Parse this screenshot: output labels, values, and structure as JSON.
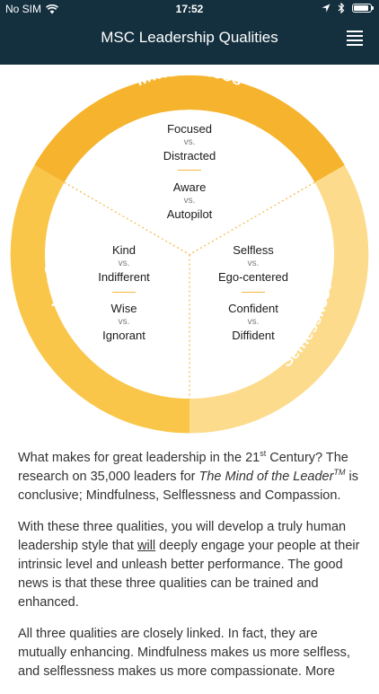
{
  "status_bar": {
    "carrier": "No SIM",
    "time": "17:52"
  },
  "nav": {
    "title": "MSC Leadership Qualities"
  },
  "colors": {
    "navy": "#14303f",
    "mindfulness": "#f6b32d",
    "compassion": "#f9c74a",
    "selflessness": "#fcdb8a"
  },
  "ring": {
    "mindfulness": "Mindfulness",
    "compassion": "Compassion",
    "selflessness": "Selflessness"
  },
  "vs": "vs.",
  "pairs": {
    "top1": {
      "a": "Focused",
      "b": "Distracted"
    },
    "top2": {
      "a": "Aware",
      "b": "Autopilot"
    },
    "left1": {
      "a": "Kind",
      "b": "Indifferent"
    },
    "left2": {
      "a": "Wise",
      "b": "Ignorant"
    },
    "right1": {
      "a": "Selfless",
      "b": "Ego-centered"
    },
    "right2": {
      "a": "Confident",
      "b": "Diffident"
    }
  },
  "content": {
    "p1_a": "What makes for great leadership in the 21",
    "p1_sup1": "st",
    "p1_b": " Century? The research on 35,000 leaders for ",
    "p1_book": "The Mind of the Leader",
    "p1_sup2": "TM",
    "p1_c": " is conclusive; Mindfulness, Selflessness and Compassion.",
    "p2_a": "With these three qualities, you will develop a truly human leadership style that ",
    "p2_link": "will",
    "p2_b": " deeply engage your people at their intrinsic level and unleash better performance. The good news is that these three qualities can be trained and enhanced.",
    "p3": "All three qualities are closely linked. In fact, they are mutually enhancing. Mindfulness makes us more selfless, and selflessness makes us more compassionate. More"
  }
}
